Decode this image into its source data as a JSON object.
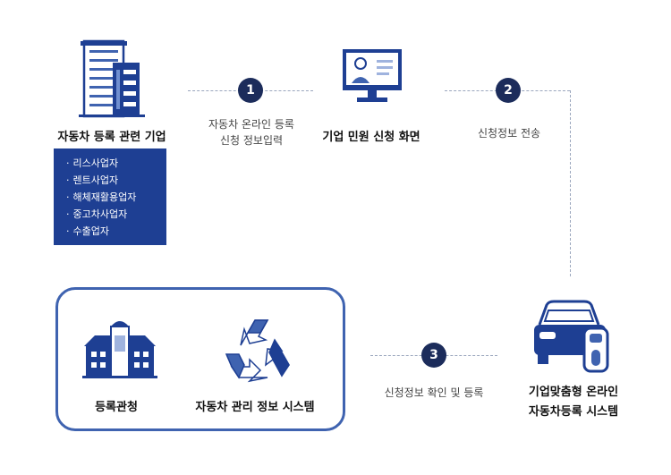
{
  "company": {
    "title": "자동차 등록 관련 기업",
    "icon": "office-building-icon",
    "items": [
      "리스사업자",
      "렌트사업자",
      "해체재활용업자",
      "중고차사업자",
      "수출업자"
    ]
  },
  "step1": {
    "number": "1",
    "line1": "자동차 온라인 등록",
    "line2": "신청 정보입력"
  },
  "portal": {
    "title": "기업 민원 신청 화면",
    "icon": "monitor-user-icon"
  },
  "step2": {
    "number": "2",
    "label": "신청정보 전송"
  },
  "online_system": {
    "line1": "기업맞춤형 온라인",
    "line2": "자동차등록 시스템",
    "icon": "car-with-key-icon"
  },
  "step3": {
    "number": "3",
    "label": "신청정보 확인 및 등록"
  },
  "registry_office": {
    "title": "등록관청",
    "icon": "government-building-icon"
  },
  "management_system": {
    "title": "자동차 관리 정보 시스템",
    "icon": "recycle-icon"
  },
  "colors": {
    "navy": "#1c2c5b",
    "blue": "#1e3f93",
    "accent": "#3f63b0"
  }
}
